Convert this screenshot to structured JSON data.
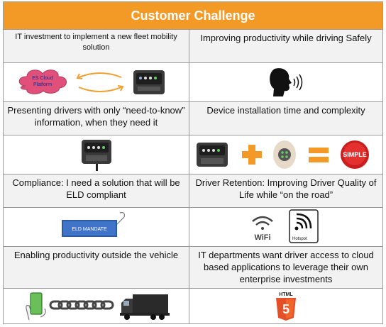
{
  "header": {
    "title": "Customer Challenge"
  },
  "rows": [
    {
      "left": "IT investment to implement a new fleet mobility solution",
      "right": "Improving productivity while driving Safely"
    },
    {
      "left": "Presenting drivers with only “need-to-know” information, when they need it",
      "right": "Device installation time and complexity"
    },
    {
      "left": "Compliance:  I need a solution that will be ELD compliant",
      "right": "Driver Retention: Improving Driver Quality of Life while “on the road”"
    },
    {
      "left": "Enabling productivity outside the vehicle",
      "right": "IT departments want driver access to cloud based applications to leverage their own enterprise investments"
    }
  ],
  "images": {
    "cloud_label": "ES Cloud Platform",
    "simple_label": "SIMPLE",
    "eld_label": "ELD MANDATE",
    "wifi_label": "WiFi",
    "hotspot_label": "Hotspot",
    "html_label": "HTML",
    "html5_digit": "5"
  },
  "colors": {
    "header": "#f39a26",
    "text_bg": "#f2f2f2",
    "border": "#9a9a9a"
  }
}
